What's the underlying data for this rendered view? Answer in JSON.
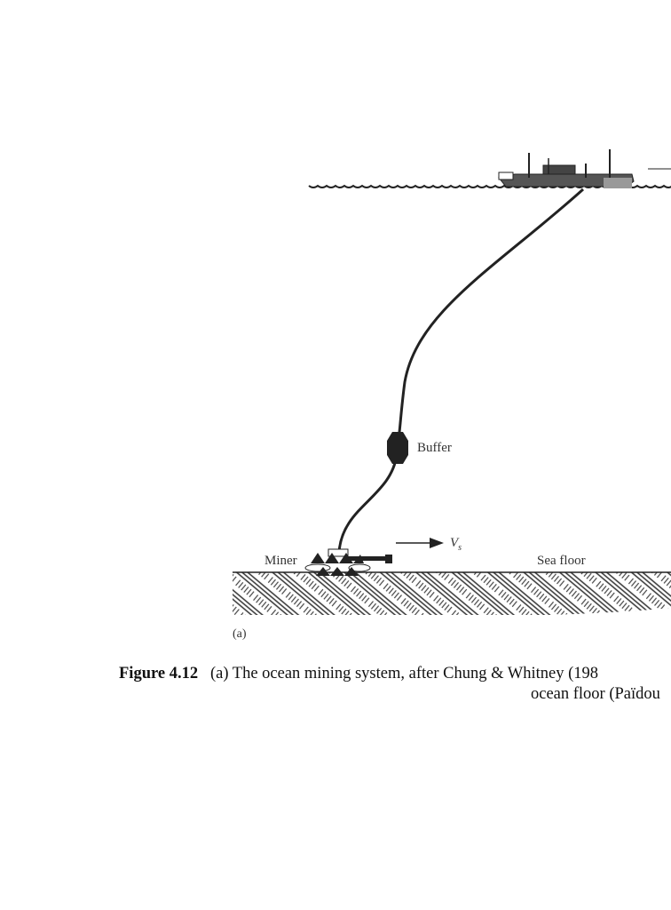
{
  "figure": {
    "labels": {
      "buffer": "Buffer",
      "miner": "Miner",
      "velocity": "V",
      "velocity_sub": "s",
      "sea_floor": "Sea floor",
      "panel": "(a)"
    },
    "caption": {
      "number": "Figure 4.12",
      "line1": "(a) The ocean mining system, after Chung & Whitney (198",
      "line2": "ocean floor (Païdou"
    }
  }
}
